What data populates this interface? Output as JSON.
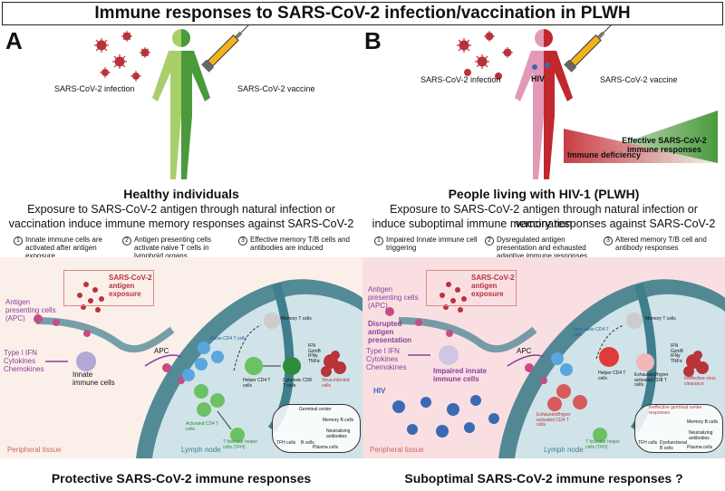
{
  "title": "Immune responses to SARS-CoV-2 infection/vaccination in PLWH",
  "panel_a": {
    "letter": "A",
    "infection_label": "SARS-CoV-2 infection",
    "vaccine_label": "SARS-CoV-2 vaccine",
    "heading": "Healthy individuals",
    "description_line1": "Exposure to SARS-CoV-2 antigen through natural infection or",
    "description_line2": "vaccination induce immune memory responses against SARS-CoV-2",
    "steps": [
      {
        "num": "1",
        "text": "Innate immune cells are activated after antigen exposure"
      },
      {
        "num": "2",
        "text": "Antigen presenting cells activate naive T cells in lymphoid organs"
      },
      {
        "num": "3",
        "text": "Effective memory T/B cells and antibodies are induced"
      }
    ],
    "antigen_box": "SARS-CoV-2 antigen exposure",
    "apc_label": "Antigen presenting cells (APC)",
    "ifn_label": "Type I IFN Cytokines Chemokines",
    "innate_label": "Innate immune cells",
    "apc_short": "APC",
    "naive_cd4": "Naive CD4 T cells",
    "memory_t": "Memory T cells",
    "helper_cd4": "Helper CD4 T cells",
    "cytotoxic_cd8": "Cytotoxic CD8 T cells",
    "virus_infected": "Virus-infected cells",
    "activated_cd4": "Activated CD4 T cells",
    "tfh": "T follicular helper cells (TFH)",
    "germinal_center": "Germinal center",
    "tfh_short": "TFH cells",
    "b_cells": "B cells",
    "memory_b": "Memory B cells",
    "neutralizing": "Neutralizing antibodies",
    "plasma": "Plasma cells",
    "cytokines": [
      "IFN",
      "GzmB",
      "IFNγ",
      "TNFα"
    ],
    "peripheral": "Peripheral tissue",
    "lymph": "Lymph node",
    "footer": "Protective SARS-CoV-2 immune responses"
  },
  "panel_b": {
    "letter": "B",
    "infection_label": "SARS-CoV-2 infection",
    "hiv_label": "HIV",
    "vaccine_label": "SARS-CoV-2 vaccine",
    "gradient_top": "Effective SARS-CoV-2 immune responses",
    "gradient_bottom": "Immune deficiency",
    "heading": "People living with HIV-1 (PLWH)",
    "description_line1": "Exposure to SARS-CoV-2 antigen through natural infection or vaccination",
    "description_line2": "induce suboptimal immune memory responses against SARS-CoV-2",
    "steps": [
      {
        "num": "1",
        "text": "Impaired Innate immune cell triggering"
      },
      {
        "num": "2",
        "text": "Dysregulated antigen presentation and exhausted adaptive immune responses"
      },
      {
        "num": "3",
        "text": "Altered memory T/B cell and antibody responses"
      }
    ],
    "antigen_box": "SARS-CoV-2 antigen exposure",
    "apc_label": "Antigen presenting cells (APC)",
    "disrupted": "Disrupted antigen presentation",
    "ifn_label": "Type I IFN Cytokines Chemokines",
    "impaired_innate": "Impaired innate immune cells",
    "hiv_label2": "HIV",
    "apc_short": "APC",
    "less_naive": "Less naive CD4 T cells",
    "memory_t": "Memory T cells",
    "helper_cd4": "Helper CD4 T cells",
    "exhausted_cd8": "Exhausted/hyper activated CD8 T cells",
    "ineffective_clearance": "Ineffective virus clearance",
    "exhausted_cd4": "Exhausted/hyper activated CD4 T cells",
    "tfh": "T follicular helper cells (TFH)",
    "ineffective_gc": "Ineffective germinal center responses",
    "tfh_short": "TFH cells",
    "dysfunctional_b": "Dysfunctional B cells",
    "memory_b": "Memory B cells",
    "neutralizing": "Neutralizing antibodies",
    "plasma": "Plasma cells",
    "cytokines": [
      "IFN",
      "GzmB",
      "IFNγ",
      "TNFα"
    ],
    "peripheral": "Peripheral tissue",
    "lymph": "Lymph node",
    "footer": "Suboptimal SARS-CoV-2 immune responses ?"
  },
  "colors": {
    "healthy_light": "#a8cf6a",
    "healthy_dark": "#4a9a3c",
    "plwh_light": "#e39ab8",
    "plwh_dark": "#c0282e",
    "virus": "#b8333a",
    "tissue_a": "#fbefe9",
    "tissue_b": "#f9dfe2",
    "lymph": "#3f7e8c"
  }
}
